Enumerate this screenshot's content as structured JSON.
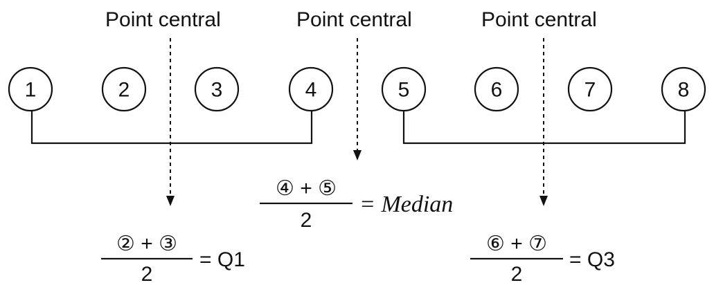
{
  "labels": {
    "central_left": "Point central",
    "central_mid": "Point central",
    "central_right": "Point central"
  },
  "nodes": [
    "1",
    "2",
    "3",
    "4",
    "5",
    "6",
    "7",
    "8"
  ],
  "formulas": {
    "q1": {
      "numerator": "② + ③",
      "denominator": "2",
      "result": "= Q1"
    },
    "median": {
      "numerator": "④ + ⑤",
      "denominator": "2",
      "result": "= Median"
    },
    "q3": {
      "numerator": "⑥ + ⑦",
      "denominator": "2",
      "result": "= Q3"
    }
  }
}
